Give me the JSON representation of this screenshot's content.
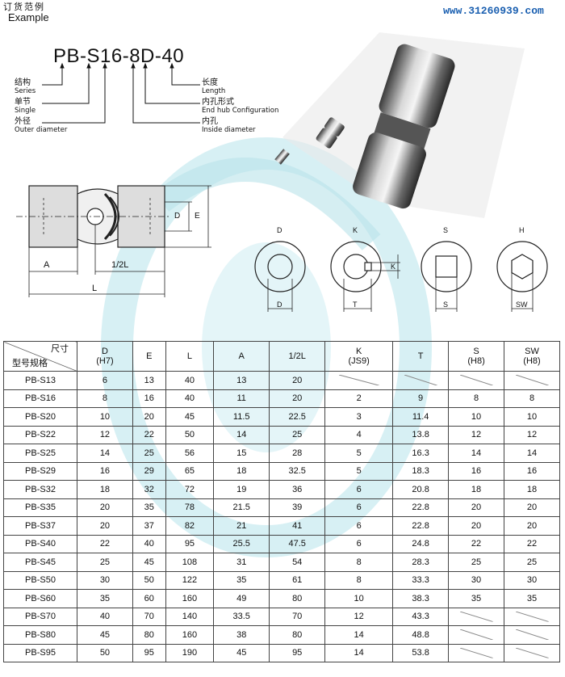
{
  "header": {
    "title_cn": "订货范例",
    "title_en": "Example",
    "website": "www.31260939.com"
  },
  "order_example": {
    "code": "PB-S16-8D-40",
    "labels": [
      {
        "cn": "结构",
        "en": "Series"
      },
      {
        "cn": "单节",
        "en": "Single"
      },
      {
        "cn": "外径",
        "en": "Outer diameter"
      },
      {
        "cn": "长度",
        "en": "Length"
      },
      {
        "cn": "内孔形式",
        "en": "End hub Configuration"
      },
      {
        "cn": "内孔",
        "en": "Inside diameter"
      }
    ]
  },
  "drawing": {
    "dims": {
      "A": "A",
      "half_L": "1/2L",
      "L": "L",
      "D": "D",
      "E": "E"
    }
  },
  "profiles": [
    {
      "name": "D",
      "dim": "D"
    },
    {
      "name": "K",
      "dim": "T",
      "side": "K"
    },
    {
      "name": "S",
      "dim": "S"
    },
    {
      "name": "H",
      "dim": "SW"
    }
  ],
  "table": {
    "corner_top": "尺寸",
    "corner_bottom": "型号规格",
    "columns": [
      {
        "l1": "D",
        "l2": "(H7)"
      },
      {
        "l1": "E",
        "l2": ""
      },
      {
        "l1": "L",
        "l2": ""
      },
      {
        "l1": "A",
        "l2": ""
      },
      {
        "l1": "1/2L",
        "l2": ""
      },
      {
        "l1": "K",
        "l2": "(JS9)"
      },
      {
        "l1": "T",
        "l2": ""
      },
      {
        "l1": "S",
        "l2": "(H8)"
      },
      {
        "l1": "SW",
        "l2": "(H8)"
      }
    ],
    "rows": [
      [
        "PB-S13",
        "6",
        "13",
        "40",
        "13",
        "20",
        "",
        "",
        "",
        ""
      ],
      [
        "PB-S16",
        "8",
        "16",
        "40",
        "11",
        "20",
        "2",
        "9",
        "8",
        "8"
      ],
      [
        "PB-S20",
        "10",
        "20",
        "45",
        "11.5",
        "22.5",
        "3",
        "11.4",
        "10",
        "10"
      ],
      [
        "PB-S22",
        "12",
        "22",
        "50",
        "14",
        "25",
        "4",
        "13.8",
        "12",
        "12"
      ],
      [
        "PB-S25",
        "14",
        "25",
        "56",
        "15",
        "28",
        "5",
        "16.3",
        "14",
        "14"
      ],
      [
        "PB-S29",
        "16",
        "29",
        "65",
        "18",
        "32.5",
        "5",
        "18.3",
        "16",
        "16"
      ],
      [
        "PB-S32",
        "18",
        "32",
        "72",
        "19",
        "36",
        "6",
        "20.8",
        "18",
        "18"
      ],
      [
        "PB-S35",
        "20",
        "35",
        "78",
        "21.5",
        "39",
        "6",
        "22.8",
        "20",
        "20"
      ],
      [
        "PB-S37",
        "20",
        "37",
        "82",
        "21",
        "41",
        "6",
        "22.8",
        "20",
        "20"
      ],
      [
        "PB-S40",
        "22",
        "40",
        "95",
        "25.5",
        "47.5",
        "6",
        "24.8",
        "22",
        "22"
      ],
      [
        "PB-S45",
        "25",
        "45",
        "108",
        "31",
        "54",
        "8",
        "28.3",
        "25",
        "25"
      ],
      [
        "PB-S50",
        "30",
        "50",
        "122",
        "35",
        "61",
        "8",
        "33.3",
        "30",
        "30"
      ],
      [
        "PB-S60",
        "35",
        "60",
        "160",
        "49",
        "80",
        "10",
        "38.3",
        "35",
        "35"
      ],
      [
        "PB-S70",
        "40",
        "70",
        "140",
        "33.5",
        "70",
        "12",
        "43.3",
        "",
        ""
      ],
      [
        "PB-S80",
        "45",
        "80",
        "160",
        "38",
        "80",
        "14",
        "48.8",
        "",
        ""
      ],
      [
        "PB-S95",
        "50",
        "95",
        "190",
        "45",
        "95",
        "14",
        "53.8",
        "",
        ""
      ]
    ]
  }
}
